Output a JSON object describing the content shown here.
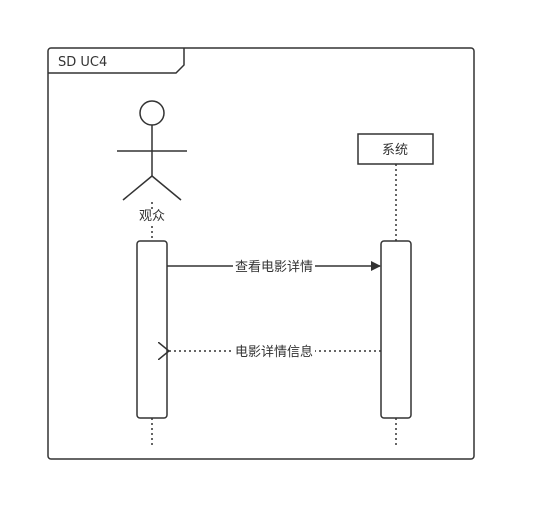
{
  "frame": {
    "title": "SD UC4"
  },
  "participants": [
    {
      "id": "actor",
      "kind": "actor",
      "label": "观众"
    },
    {
      "id": "system",
      "kind": "object",
      "label": "系统"
    }
  ],
  "messages": [
    {
      "from": "actor",
      "to": "system",
      "style": "solid",
      "label": "查看电影详情"
    },
    {
      "from": "system",
      "to": "actor",
      "style": "dashed-return",
      "label": "电影详情信息"
    }
  ],
  "colors": {
    "line": "#333333",
    "background": "#ffffff"
  }
}
